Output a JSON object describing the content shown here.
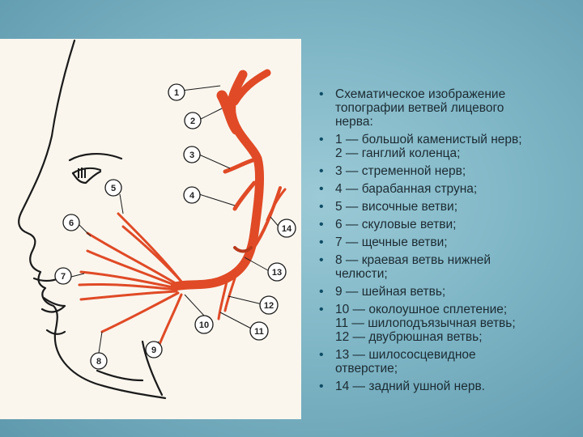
{
  "figure": {
    "labels": [
      "1",
      "2",
      "3",
      "4",
      "5",
      "6",
      "7",
      "8",
      "9",
      "10",
      "11",
      "12",
      "13",
      "14"
    ]
  },
  "legend": {
    "items": [
      {
        "lines": [
          "Схематическое изображение",
          "топографии ветвей лицевого",
          "нерва:"
        ]
      },
      {
        "lines": [
          "1 — большой каменистый нерв;",
          "2 — ганглий коленца;"
        ]
      },
      {
        "lines": [
          "3 — стременной нерв;"
        ]
      },
      {
        "lines": [
          "4 — барабанная струна;"
        ]
      },
      {
        "lines": [
          "5 — височные ветви;"
        ]
      },
      {
        "lines": [
          "6 — скуловые ветви;"
        ]
      },
      {
        "lines": [
          "7 — щечные ветви;"
        ]
      },
      {
        "lines": [
          "8 — краевая ветвь нижней",
          "челюсти;"
        ]
      },
      {
        "lines": [
          "9 — шейная ветвь;"
        ]
      },
      {
        "lines": [
          "10 — околоушное сплетение;",
          "11 — шилоподъязычная ветвь;",
          "12 — двубрюшная ветвь;"
        ]
      },
      {
        "lines": [
          "13 — шилососцевидное",
          "отверстие;"
        ]
      },
      {
        "lines": [
          "14 — задний ушной нерв."
        ]
      }
    ]
  },
  "colors": {
    "nerve": "#e04a26",
    "outline": "#1a1a1a"
  }
}
